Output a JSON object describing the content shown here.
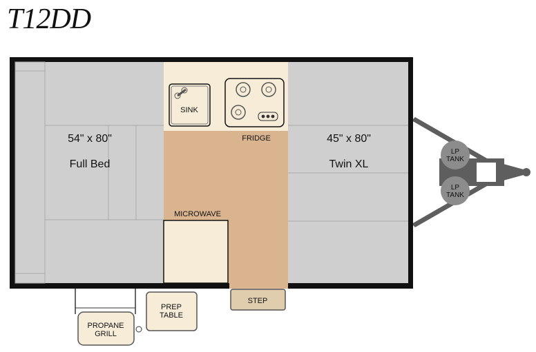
{
  "title": "T12DD",
  "beds": {
    "full": {
      "size": "54\" x 80\"",
      "name": "Full Bed"
    },
    "twin": {
      "size": "45\" x 80\"",
      "name": "Twin XL"
    }
  },
  "labels": {
    "sink": "SINK",
    "fridge": "FRIDGE",
    "microwave": "MICROWAVE",
    "step": "STEP",
    "prep_table": [
      "PREP",
      "TABLE"
    ],
    "propane_grill": [
      "PROPANE",
      "GRILL"
    ],
    "lp_tank": [
      "LP",
      "TANK"
    ]
  },
  "colors": {
    "wall": "#111111",
    "bed": "#cfcfcf",
    "floor": "#d9b48f",
    "counter": "#f6ecd8",
    "hitch": "#5e5e5e",
    "tank": "#8c8c8c"
  }
}
